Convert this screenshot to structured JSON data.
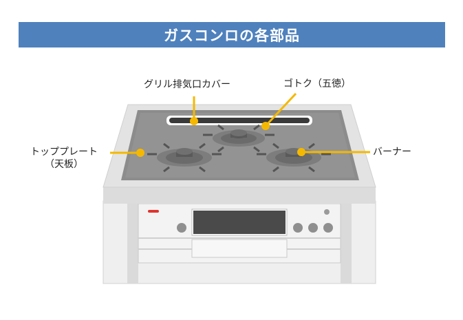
{
  "title": "ガスコンロの各部品",
  "labels": {
    "grill_cover": "グリル排気口カバー",
    "gotoku": "ゴトク（五徳）",
    "top_plate_line1": "トッププレート",
    "top_plate_line2": "（天板）",
    "burner": "バーナー"
  },
  "colors": {
    "title_bg": "#4f81bd",
    "callout": "#f5b800",
    "plate": "#8c8c8c",
    "body": "#e9e9e9",
    "panel_window": "#4a4a4a",
    "ignition_mark": "#e0332e"
  }
}
